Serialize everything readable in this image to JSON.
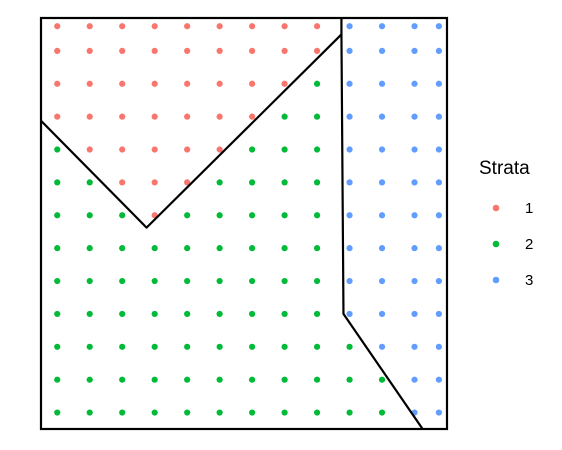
{
  "chart_data": {
    "type": "scatter",
    "title": "",
    "xlabel": "",
    "ylabel": "",
    "xlim": [
      0,
      1
    ],
    "ylim": [
      0,
      1
    ],
    "grid": false,
    "legend": {
      "title": "Strata",
      "placement": "right",
      "entries": [
        {
          "label": "1",
          "color": "#F8766D"
        },
        {
          "label": "2",
          "color": "#00BA38"
        },
        {
          "label": "3",
          "color": "#619CFF"
        }
      ]
    },
    "point_grid": {
      "x": [
        0.04,
        0.12,
        0.2,
        0.28,
        0.36,
        0.44,
        0.52,
        0.6,
        0.68,
        0.76,
        0.84,
        0.92,
        0.98
      ],
      "y": [
        0.04,
        0.12,
        0.2,
        0.28,
        0.36,
        0.44,
        0.52,
        0.6,
        0.68,
        0.76,
        0.84,
        0.92,
        0.98
      ]
    },
    "boundaries": [
      {
        "name": "strata-1-2-boundary",
        "points": [
          [
            0,
            0.75
          ],
          [
            0.26,
            0.49
          ],
          [
            0.74,
            0.96
          ]
        ]
      },
      {
        "name": "strata-3-boundary",
        "points": [
          [
            0.74,
            1.0
          ],
          [
            0.74,
            0.96
          ],
          [
            0.745,
            0.28
          ],
          [
            0.94,
            0.0
          ]
        ]
      }
    ]
  }
}
